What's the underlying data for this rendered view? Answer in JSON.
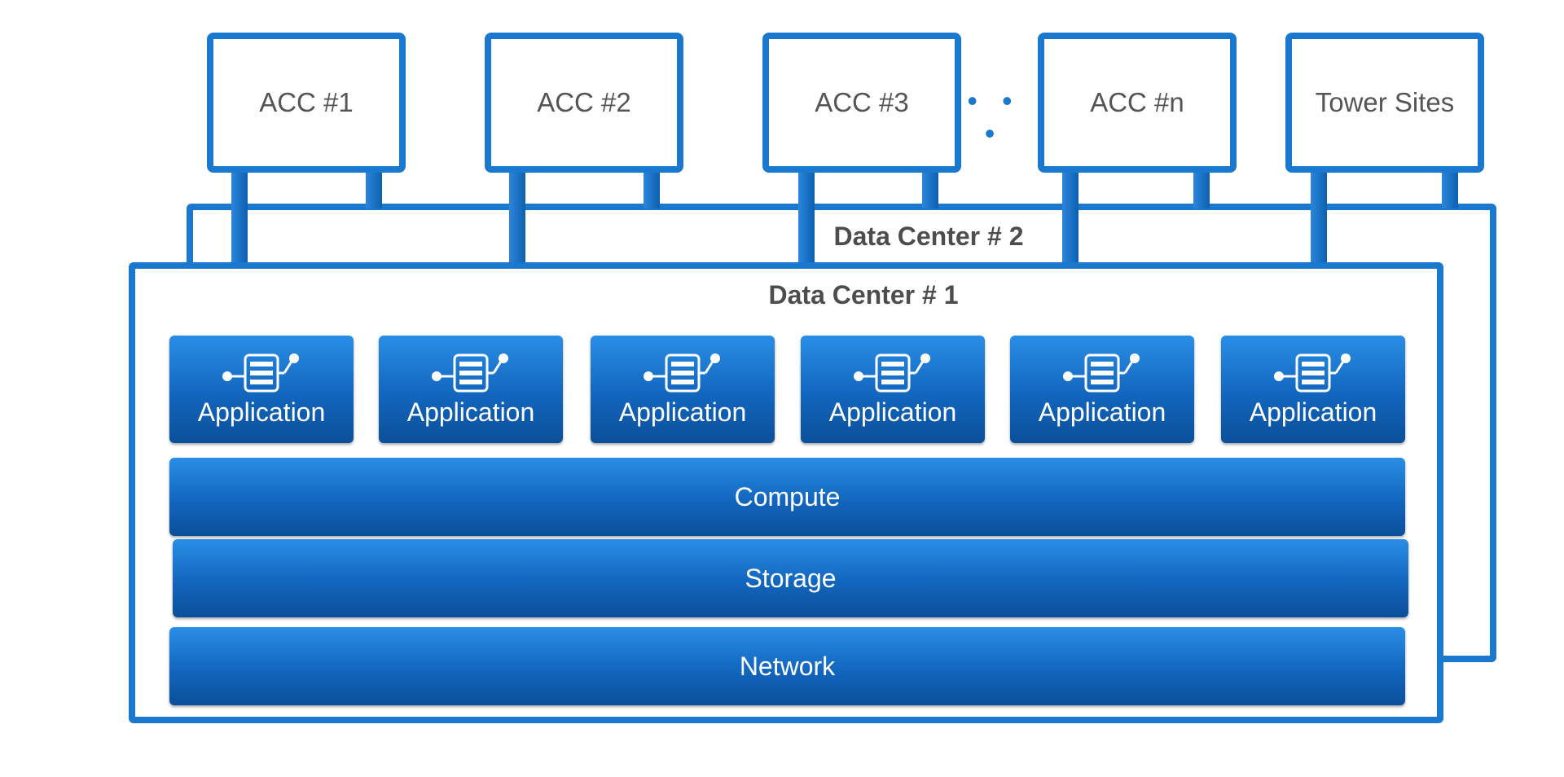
{
  "colors": {
    "accent": "#1a78cf",
    "tile_top": "#2a8ee6",
    "tile_bottom": "#0b4f99",
    "text_dark": "#4d4d4d",
    "text_light": "#ffffff"
  },
  "sites": [
    {
      "label": "ACC #1"
    },
    {
      "label": "ACC #2"
    },
    {
      "label": "ACC #3"
    },
    {
      "label": "ACC #n"
    },
    {
      "label": "Tower Sites"
    }
  ],
  "ellipsis": "• • •",
  "data_center_2": {
    "title": "Data Center # 2"
  },
  "data_center_1": {
    "title": "Data Center # 1",
    "applications": [
      {
        "label": "Application",
        "icon": "application-icon"
      },
      {
        "label": "Application",
        "icon": "application-icon"
      },
      {
        "label": "Application",
        "icon": "application-icon"
      },
      {
        "label": "Application",
        "icon": "application-icon"
      },
      {
        "label": "Application",
        "icon": "application-icon"
      },
      {
        "label": "Application",
        "icon": "application-icon"
      }
    ],
    "layers": [
      {
        "label": "Compute"
      },
      {
        "label": "Storage"
      },
      {
        "label": "Network"
      }
    ]
  }
}
